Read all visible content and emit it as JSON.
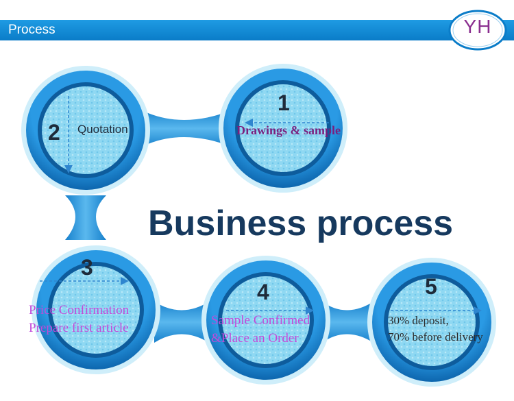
{
  "header": {
    "title": "Process",
    "logo_text": "YH"
  },
  "diagram": {
    "title": "Business process",
    "steps": [
      {
        "number": "1",
        "lines": [
          "Drawings & sample"
        ]
      },
      {
        "number": "2",
        "lines": [
          "Quotation"
        ]
      },
      {
        "number": "3",
        "lines": [
          "Price Confirmation",
          "Prepare first article"
        ]
      },
      {
        "number": "4",
        "lines": [
          "Sample Confirmed",
          "&Place an Order"
        ]
      },
      {
        "number": "5",
        "lines": [
          "30% deposit,",
          "70% before delivery"
        ]
      }
    ]
  },
  "colors": {
    "accent": "#0a7cc8",
    "ring_outer": "#1a8ad8",
    "ring_dark": "#0d5ea0",
    "disc": "#8fd8f2",
    "step1_text": "#7a1f7e",
    "purple_text": "#c24ad9"
  }
}
